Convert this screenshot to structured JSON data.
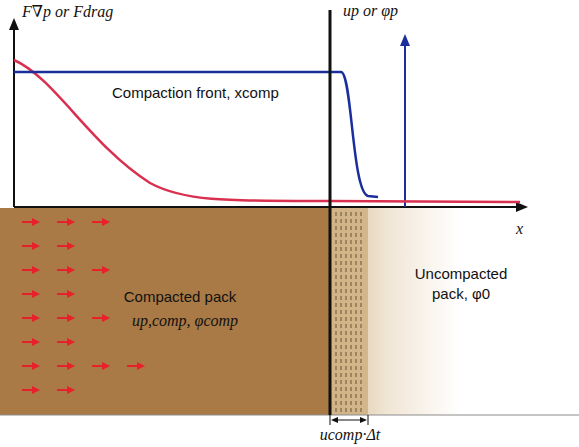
{
  "diagram": {
    "nodes": [
      {
        "text": [
          "Compacted pack",
          "up,comp, φcomp"
        ]
      },
      {
        "text": [
          "Uncompacted pack, φ0"
        ]
      }
    ],
    "labels": [
      "F∇p or Fdrag",
      "up or φp",
      "Compaction front, xcomp",
      "x",
      "ucomp·Δt"
    ]
  }
}
